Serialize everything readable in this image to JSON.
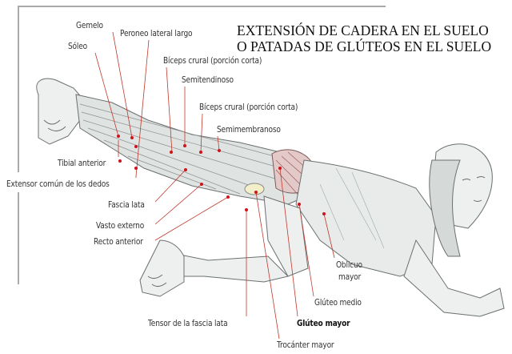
{
  "title": {
    "line1": "EXTENSIÓN DE CADERA EN EL SUELO",
    "line2": "O PATADAS DE GLÚTEOS EN EL SUELO"
  },
  "labels": {
    "gemelo": "Gemelo",
    "soleo": "Sóleo",
    "peroneo": "Peroneo lateral largo",
    "biceps1": "Bíceps crural (porción corta)",
    "semitendinoso": "Semitendinoso",
    "biceps2": "Bíceps crural (porción corta)",
    "semimembranoso": "Semimembranoso",
    "tibial": "Tibial anterior",
    "extensor": "Extensor común de los dedos",
    "fascia": "Fascia lata",
    "vasto": "Vasto externo",
    "recto": "Recto anterior",
    "oblicuo1": "Oblicuo",
    "oblicuo2": "mayor",
    "gluteo_medio": "Glúteo medio",
    "tensor": "Tensor de la fascia lata",
    "gluteo_mayor": "Glúteo mayor",
    "trocanter": "Trocánter mayor"
  },
  "colors": {
    "leader": "#c0392b",
    "dot": "#d0121b",
    "sketch": "#6b6f70"
  }
}
